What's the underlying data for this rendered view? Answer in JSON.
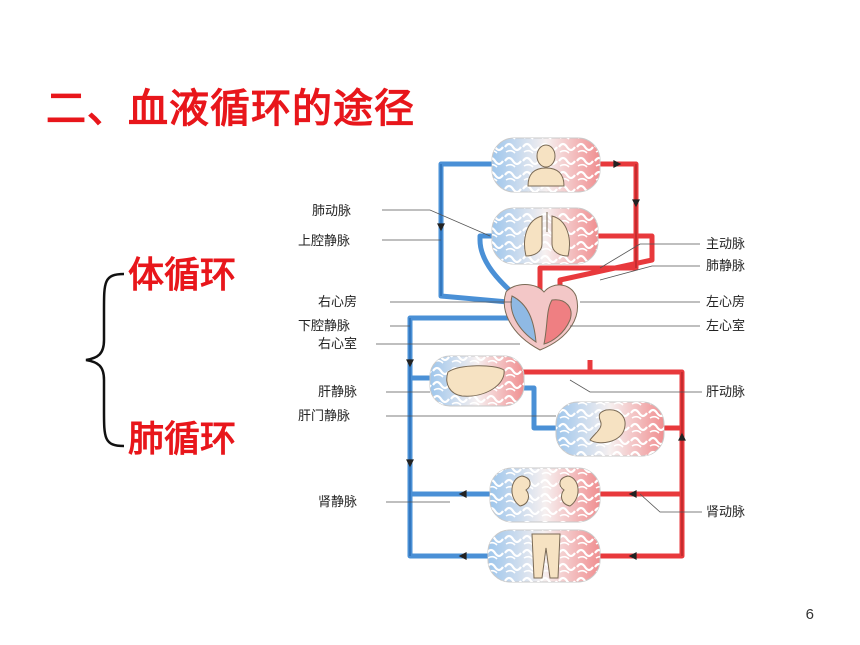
{
  "title": "二、血液循环的途径",
  "circulations": [
    "体循环",
    "肺循环"
  ],
  "page_number": "6",
  "colors": {
    "title": "#e8161b",
    "artery": "#e8393c",
    "vein": "#4a90d6"
  },
  "labels_left": [
    "肺动脉",
    "上腔静脉",
    "右心房",
    "下腔静脉",
    "右心室",
    "肝静脉",
    "肝门静脉",
    "肾静脉"
  ],
  "labels_right": [
    "主动脉",
    "肺静脉",
    "左心房",
    "左心室",
    "肝动脉",
    "肾动脉"
  ],
  "organs": [
    "head-upper-body",
    "lungs",
    "liver",
    "stomach-intestine",
    "kidneys",
    "legs"
  ]
}
